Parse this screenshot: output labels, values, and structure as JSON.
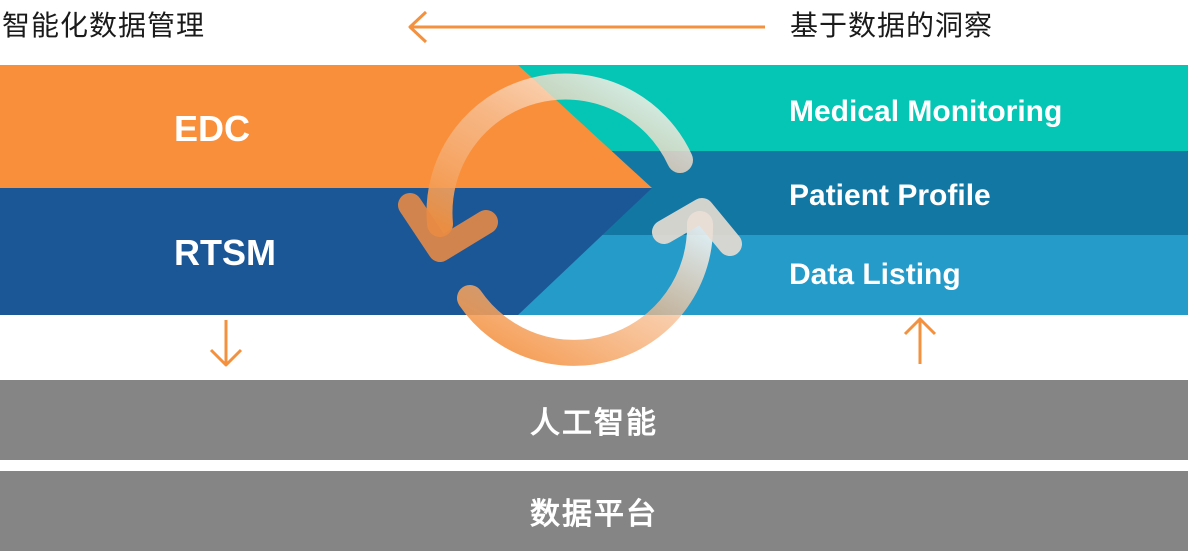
{
  "header": {
    "left_title": "智能化数据管理",
    "right_title": "基于数据的洞察"
  },
  "left_bands": {
    "edc": "EDC",
    "rtsm": "RTSM"
  },
  "right_bands": {
    "medical_monitoring": "Medical Monitoring",
    "patient_profile": "Patient Profile",
    "data_listing": "Data Listing"
  },
  "bars": {
    "ai": "人工智能",
    "platform": "数据平台"
  },
  "colors": {
    "orange": "#f98f3a",
    "navy": "#1b5796",
    "teal": "#05c5b4",
    "mid_blue": "#1277a2",
    "light_blue": "#259bca",
    "gray": "#858585",
    "arrow": "#f4913f"
  }
}
